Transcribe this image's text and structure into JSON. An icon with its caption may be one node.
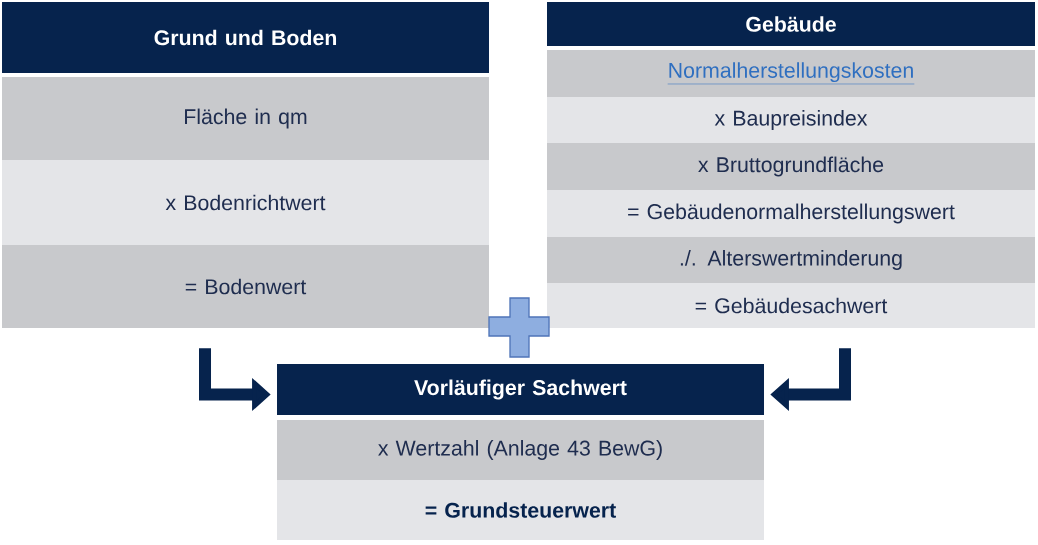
{
  "diagram": {
    "nodes": [
      {
        "text": [
          "Grund und Boden"
        ]
      },
      {
        "text": [
          "Fläche in qm"
        ]
      },
      {
        "text": [
          "x Bodenrichtwert"
        ]
      },
      {
        "text": [
          "= Bodenwert"
        ]
      },
      {
        "text": [
          "Gebäude"
        ]
      },
      {
        "text": [
          "Normalherstellungskosten"
        ]
      },
      {
        "text": [
          "x Baupreisindex"
        ]
      },
      {
        "text": [
          "x Bruttogrundfläche"
        ]
      },
      {
        "text": [
          "= Gebäudenormalherstellungswert"
        ]
      },
      {
        "text": [
          "./. Alterswertminderung"
        ]
      },
      {
        "text": [
          "= Gebäudesachwert"
        ]
      },
      {
        "text": [
          "Vorläufiger Sachwert"
        ]
      },
      {
        "text": [
          "x Wertzahl (Anlage 43 BewG)"
        ]
      },
      {
        "text": [
          "= Grundsteuerwert"
        ]
      }
    ],
    "edges": [
      {
        "from": 3,
        "to": 11,
        "arrow": "to"
      },
      {
        "from": 10,
        "to": 11,
        "arrow": "to"
      }
    ]
  }
}
